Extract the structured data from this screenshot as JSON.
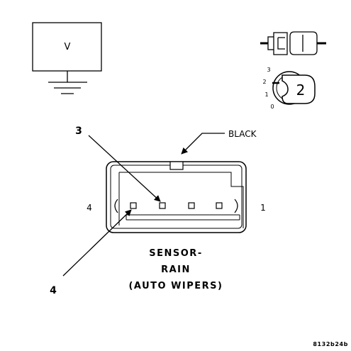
{
  "meter": {
    "label": "V"
  },
  "selector": {
    "positions": [
      "3",
      "2",
      "1",
      "0"
    ],
    "setting": "2"
  },
  "connector": {
    "color_label": "BLACK",
    "pin_left": "4",
    "pin_right": "1"
  },
  "callouts": {
    "pin_a": "3",
    "pin_b": "4"
  },
  "component": {
    "line1": "SENSOR-",
    "line2": "RAIN",
    "line3": "(AUTO WIPERS)"
  },
  "figure_id": "8132b24b"
}
